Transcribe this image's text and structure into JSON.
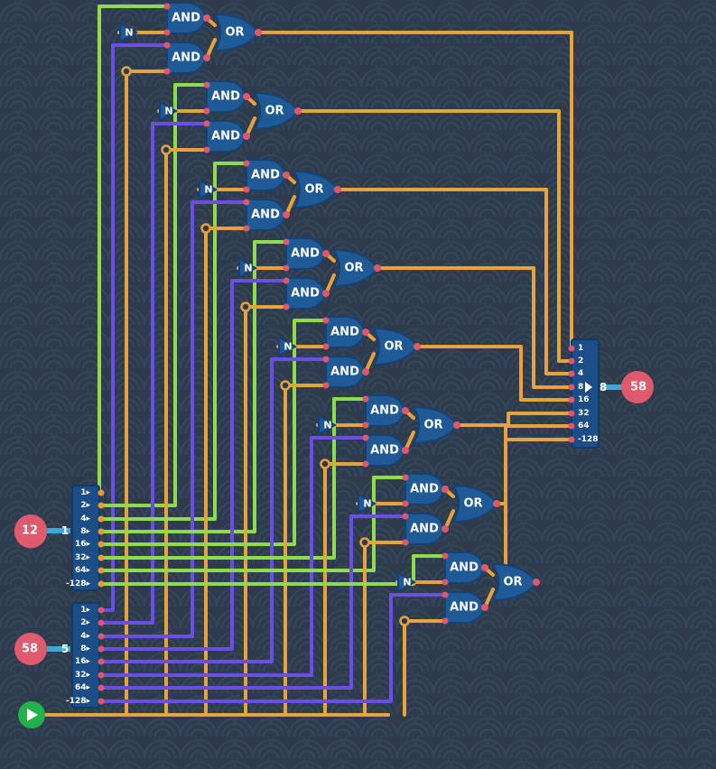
{
  "colors": {
    "background": "#2e3b4d",
    "wire_green": "#8fdc4a",
    "wire_orange": "#e7a23c",
    "wire_purple": "#6a4fe0",
    "gate_fill": "#1f5a96",
    "gate_stroke": "#144274",
    "pin_red": "#e2566a",
    "pin_orange": "#e69a3c",
    "io_red": "#df5a6c",
    "io_green": "#22b24c",
    "io_blue": "#3ea9d8",
    "splitter": "#1b4d86"
  },
  "inputs": {
    "a_value": "12",
    "a_conn_label": "1",
    "b_value": "58",
    "b_conn_label": "5",
    "enable_icon": "play-icon"
  },
  "output": {
    "value": "58",
    "conn_label": "8"
  },
  "gate_labels": {
    "and": "AND",
    "or": "OR",
    "not": "N"
  },
  "bit_labels": [
    "1",
    "2",
    "4",
    "8",
    "16",
    "32",
    "64",
    "-128"
  ],
  "mux_cells": 8
}
